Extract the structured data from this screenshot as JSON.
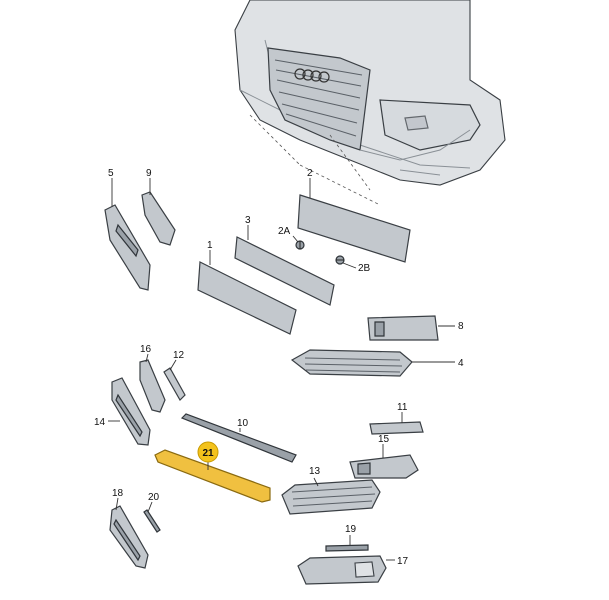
{
  "labels": {
    "p1": "1",
    "p2": "2",
    "p2a": "2A",
    "p2b": "2B",
    "p3": "3",
    "p4": "4",
    "p5": "5",
    "p8": "8",
    "p9": "9",
    "p10": "10",
    "p11": "11",
    "p12": "12",
    "p13": "13",
    "p14": "14",
    "p15": "15",
    "p16": "16",
    "p17": "17",
    "p18": "18",
    "p19": "19",
    "p20": "20",
    "p21": "21"
  },
  "highlight": {
    "part": "21",
    "color": "#f3c21c"
  }
}
